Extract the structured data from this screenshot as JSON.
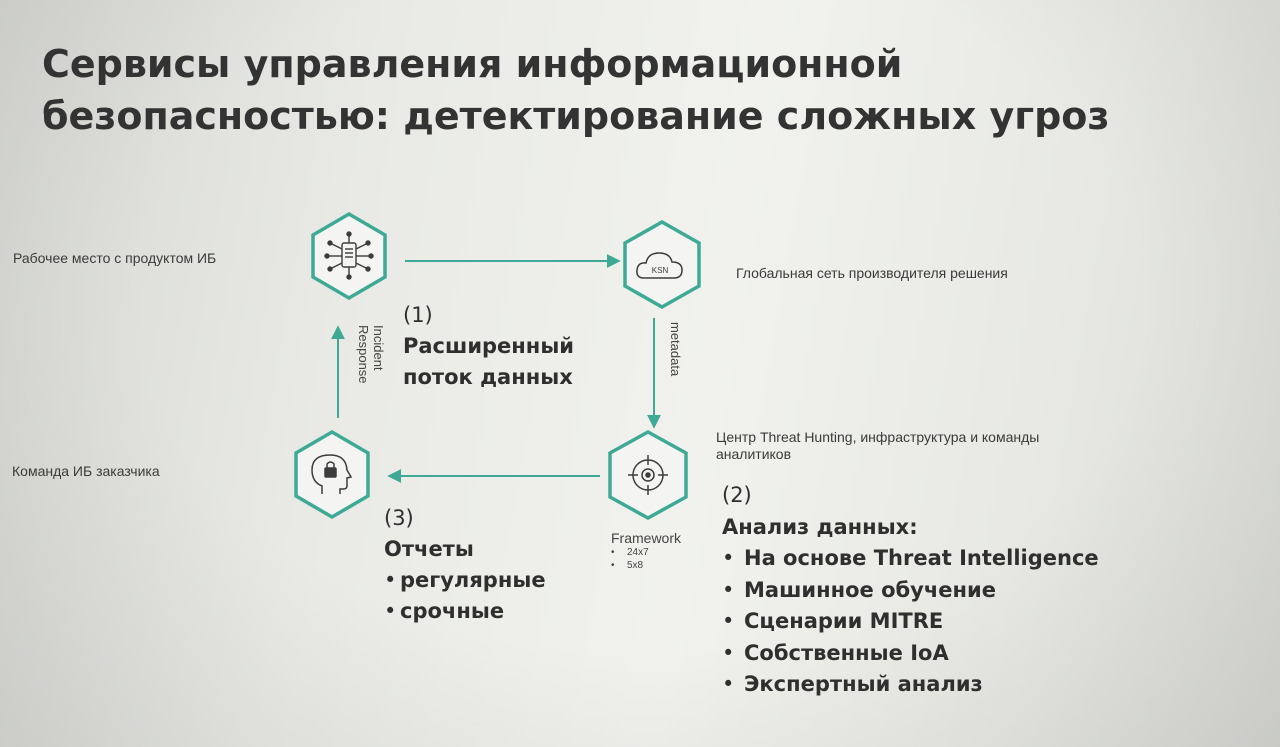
{
  "slide": {
    "title_line1": "Сервисы управления информационной",
    "title_line2": "безопасностью: детектирование сложных угроз"
  },
  "nodes": {
    "workstation": {
      "label": "Рабочее место с продуктом ИБ",
      "icon": "workstation-network-icon"
    },
    "ksn": {
      "label": "Глобальная сеть производителя решения",
      "icon_text": "KSN",
      "icon": "cloud-icon"
    },
    "threat_center": {
      "label_line1": "Центр Threat Hunting, инфраструктура и команды",
      "label_line2": "аналитиков",
      "icon": "target-crosshair-icon"
    },
    "customer_team": {
      "label": "Команда ИБ заказчика",
      "icon": "head-lock-icon"
    }
  },
  "arrows": {
    "metadata": "metadata",
    "incident_line1": "Incident",
    "incident_line2": "Response"
  },
  "blocks": {
    "enhanced_flow": {
      "num": "(1)",
      "line1": "Расширенный",
      "line2": "поток данных"
    },
    "analysis": {
      "num": "(2)",
      "heading": "Анализ данных:",
      "items": [
        "На основе Threat Intelligence",
        "Машинное обучение",
        "Сценарии MITRE",
        "Собственные IoA",
        "Экспертный анализ"
      ]
    },
    "reports": {
      "num": "(3)",
      "heading": "Отчеты",
      "items": [
        "регулярные",
        "срочные"
      ]
    }
  },
  "framework": {
    "label": "Framework",
    "items": [
      "24x7",
      "5x8"
    ]
  },
  "bullet_char": "•",
  "colors": {
    "accent": "#3eaa96",
    "arrow": "#3eaa96",
    "text": "#2f2f2f"
  }
}
